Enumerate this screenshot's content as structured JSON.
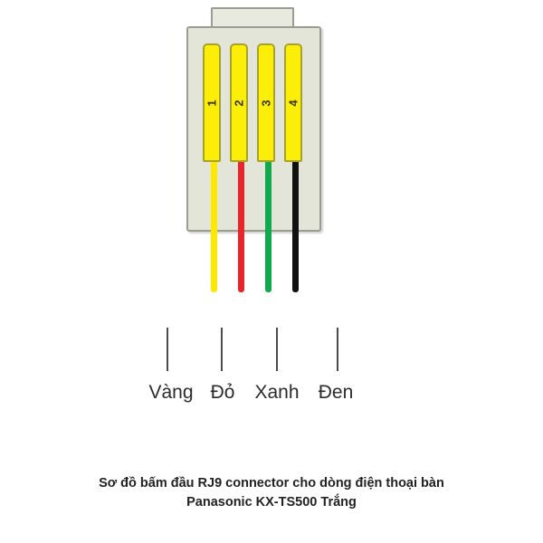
{
  "diagram": {
    "title_lines": [
      "Sơ đồ bấm đầu RJ9 connector cho dòng điện thoại bàn",
      "Panasonic KX-TS500  Trắng"
    ],
    "connector": {
      "type": "RJ9",
      "body_color": "#E2E5D8",
      "body_border_color": "#9a9e92",
      "latch_label": "latch-tab"
    },
    "pins": [
      {
        "number": "1",
        "wire_label": "Vàng",
        "wire_color": "#FFE800",
        "contact_color": "#FBEE09"
      },
      {
        "number": "2",
        "wire_label": "Đỏ",
        "wire_color": "#E8252A",
        "contact_color": "#FBEE09"
      },
      {
        "number": "3",
        "wire_label": "Xanh",
        "wire_color": "#0FAA4E",
        "contact_color": "#FBEE09"
      },
      {
        "number": "4",
        "wire_label": "Đen",
        "wire_color": "#111111",
        "contact_color": "#FBEE09"
      }
    ]
  }
}
